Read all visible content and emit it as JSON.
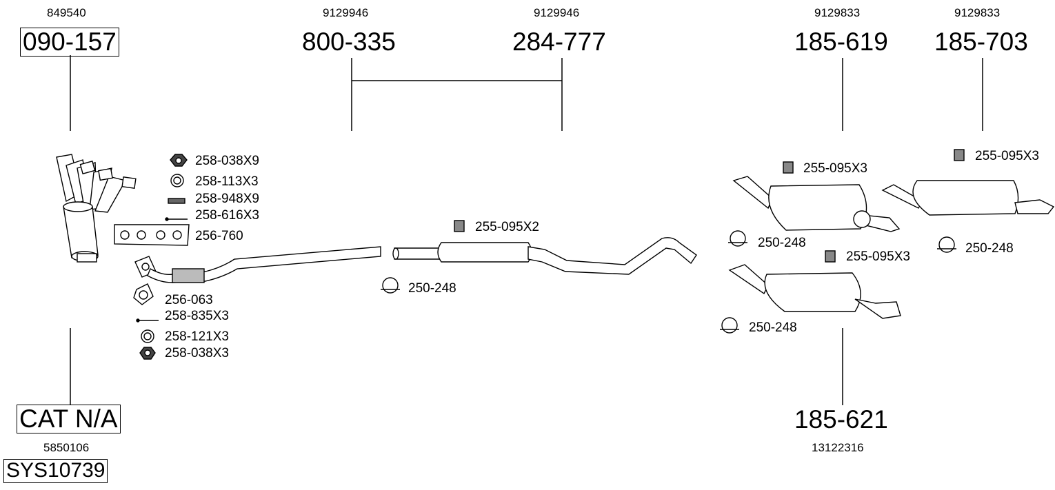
{
  "refs": {
    "r849540": "849540",
    "r9129946a": "9129946",
    "r9129946b": "9129946",
    "r9129833a": "9129833",
    "r9129833b": "9129833",
    "r5850106": "5850106",
    "r13122316": "13122316"
  },
  "parts": {
    "p090157": "090-157",
    "p800335": "800-335",
    "p284777": "284-777",
    "p185619": "185-619",
    "p185703": "185-703",
    "p185621": "185-621",
    "cat": "CAT N/A",
    "system": "SYS10739"
  },
  "small_parts": {
    "a1": "258-038X9",
    "a2": "258-113X3",
    "a3": "258-948X9",
    "a4": "258-616X3",
    "a5": "256-760",
    "b1": "256-063",
    "b2": "258-835X3",
    "b3": "258-121X3",
    "b4": "258-038X3",
    "c1": "255-095X2",
    "c2": "250-248",
    "d1": "255-095X3",
    "d2": "250-248",
    "e1": "255-095X3",
    "e2": "250-248",
    "f1": "255-095X3",
    "f2": "250-248"
  }
}
